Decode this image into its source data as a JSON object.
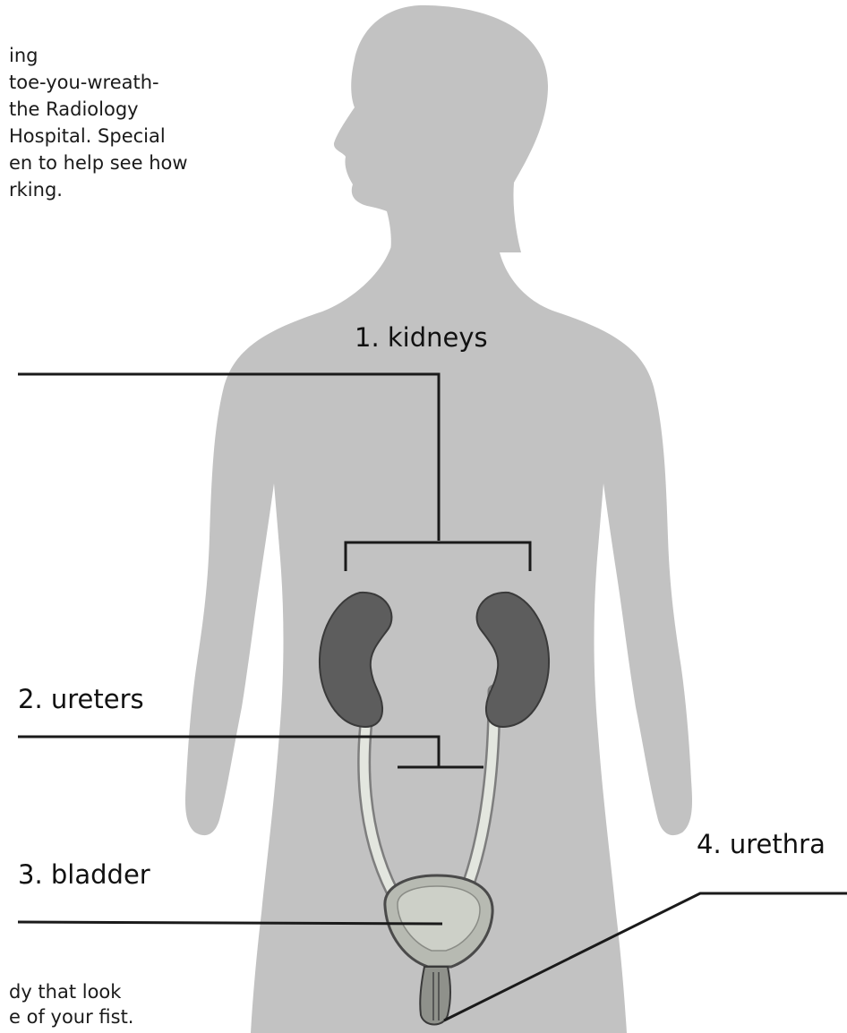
{
  "intro_text": [
    "ing",
    "toe-you-wreath-",
    "the Radiology",
    "Hospital. Special",
    "en to help see how",
    "rking."
  ],
  "footer_text": [
    "dy that look",
    "e of your fist."
  ],
  "labels": {
    "kidneys": "1. kidneys",
    "ureters": "2. ureters",
    "bladder": "3. bladder",
    "urethra": "4. urethra"
  },
  "colors": {
    "silhouette": "#c2c2c2",
    "kidney": "#5d5d5d",
    "ureter": "#e3e6df",
    "bladder": "#b7bab2",
    "leader_line": "#1a1a1a"
  }
}
